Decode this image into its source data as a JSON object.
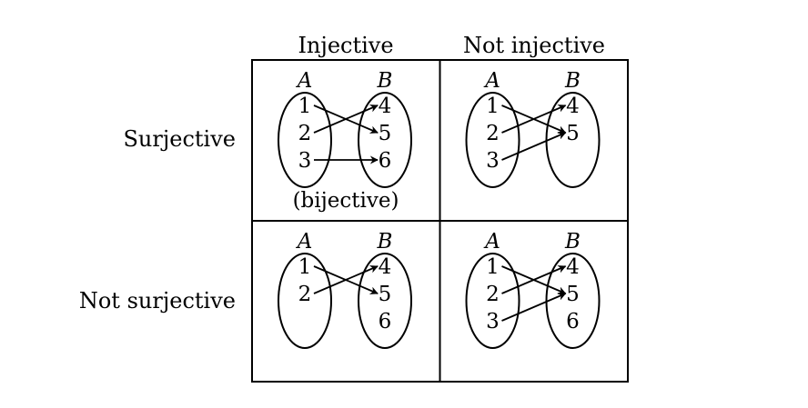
{
  "column_headers": [
    "Injective",
    "Not injective"
  ],
  "row_headers": [
    "Surjective",
    "Not surjective"
  ],
  "panels": [
    {
      "set_labels": [
        "A",
        "B"
      ],
      "domain": [
        "1",
        "2",
        "3"
      ],
      "codomain": [
        "4",
        "5",
        "6"
      ],
      "mappings": [
        [
          "1",
          "5"
        ],
        [
          "2",
          "4"
        ],
        [
          "3",
          "6"
        ]
      ],
      "note": "(bijective)"
    },
    {
      "set_labels": [
        "A",
        "B"
      ],
      "domain": [
        "1",
        "2",
        "3"
      ],
      "codomain": [
        "4",
        "5"
      ],
      "mappings": [
        [
          "1",
          "5"
        ],
        [
          "2",
          "4"
        ],
        [
          "3",
          "5"
        ]
      ],
      "note": ""
    },
    {
      "set_labels": [
        "A",
        "B"
      ],
      "domain": [
        "1",
        "2"
      ],
      "codomain": [
        "4",
        "5",
        "6"
      ],
      "mappings": [
        [
          "1",
          "5"
        ],
        [
          "2",
          "4"
        ]
      ],
      "note": ""
    },
    {
      "set_labels": [
        "A",
        "B"
      ],
      "domain": [
        "1",
        "2",
        "3"
      ],
      "codomain": [
        "4",
        "5",
        "6"
      ],
      "mappings": [
        [
          "1",
          "5"
        ],
        [
          "2",
          "4"
        ],
        [
          "3",
          "5"
        ]
      ],
      "note": ""
    }
  ]
}
